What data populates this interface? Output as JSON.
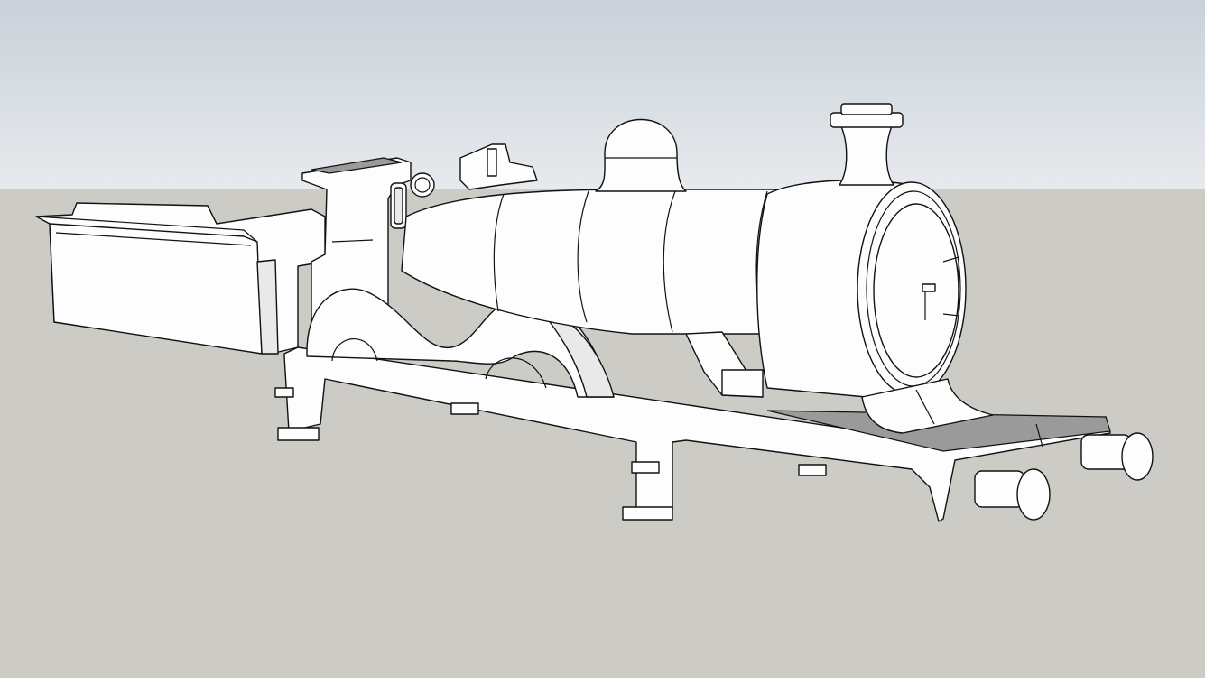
{
  "viewport": {
    "sky_top_color": "#c9d1d9",
    "sky_horizon_color": "#e7eaed",
    "ground_color": "#cccbc6",
    "model_face_color": "#fdfdfd",
    "model_edge_color": "#111111",
    "shadow_face_color": "#9a9a9a"
  },
  "model": {
    "parts": [
      "tender",
      "cab",
      "boiler",
      "dome",
      "chimney",
      "smokebox",
      "splashers",
      "frame",
      "buffers"
    ]
  }
}
